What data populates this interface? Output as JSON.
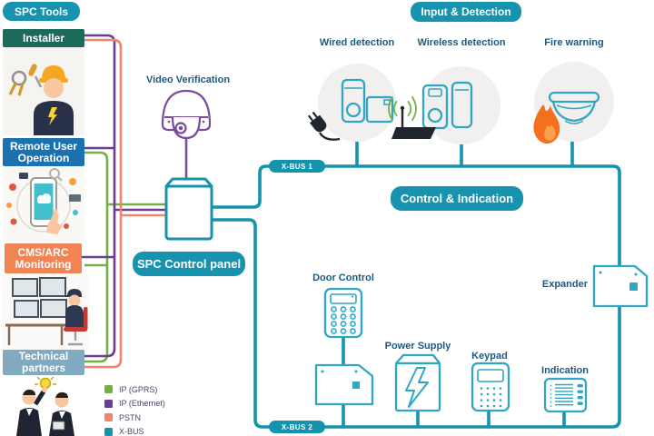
{
  "palette": {
    "teal": "#1593ae",
    "header_teal": "#1793af",
    "device_teal": "#2fa7c4",
    "green": "#72b043",
    "purple": "#6a3d91",
    "salmon": "#f4836e",
    "camera_purple": "#7b4b9e",
    "label_blue": "#1b5a80",
    "circle_gray": "#f1f0ee"
  },
  "left_panel": {
    "spc_tools_label": "SPC Tools",
    "sections": [
      {
        "id": "installer",
        "label": "Installer",
        "color": "#1d6a5b"
      },
      {
        "id": "remote-user-operation",
        "label": "Remote User Operation",
        "color": "#1b72b1"
      },
      {
        "id": "cms-arc-monitoring",
        "label": "CMS/ARC Monitoring",
        "color": "#f28352"
      },
      {
        "id": "technical-partners",
        "label": "Technical partners",
        "color": "#81a9bf"
      }
    ]
  },
  "headers": {
    "input_detection": "Input & Detection",
    "control_indication": "Control & Indication",
    "spc_control_panel": "SPC Control panel"
  },
  "nodes": {
    "video_verification": "Video Verification",
    "wired_detection": "Wired detection",
    "wireless_detection": "Wireless detection",
    "fire_warning": "Fire warning",
    "door_control": "Door Control",
    "power_supply": "Power Supply",
    "keypad": "Keypad",
    "indication": "Indication",
    "expander": "Expander"
  },
  "bus_labels": {
    "xbus1": "X-BUS 1",
    "xbus2": "X-BUS 2"
  },
  "legend": [
    {
      "label": "IP (GPRS)",
      "color": "#72b043"
    },
    {
      "label": "IP (Ethernet)",
      "color": "#6a3d91"
    },
    {
      "label": "PSTN",
      "color": "#f4836e"
    },
    {
      "label": "X-BUS",
      "color": "#1593ae"
    }
  ],
  "icons": {
    "dome-camera-icon": "purple dome CCTV camera outline",
    "motion-detector-icon": "teal PIR detector outline",
    "door-contact-icon": "teal magnetic contact outline",
    "power-plug-icon": "black mains plug",
    "wireless-router-icon": "black antenna transceiver with green waves",
    "smoke-detector-icon": "teal ceiling smoke detector outline",
    "flame-icon": "orange flame",
    "control-panel-icon": "teal outlined cabinet",
    "expander-module-icon": "teal expander board with clipped corner",
    "door-keypad-icon": "teal keypad with round buttons",
    "power-supply-icon": "teal box with lightning bolt",
    "keypad-icon": "teal keypad with display",
    "indication-panel-icon": "teal LED indication panel"
  }
}
